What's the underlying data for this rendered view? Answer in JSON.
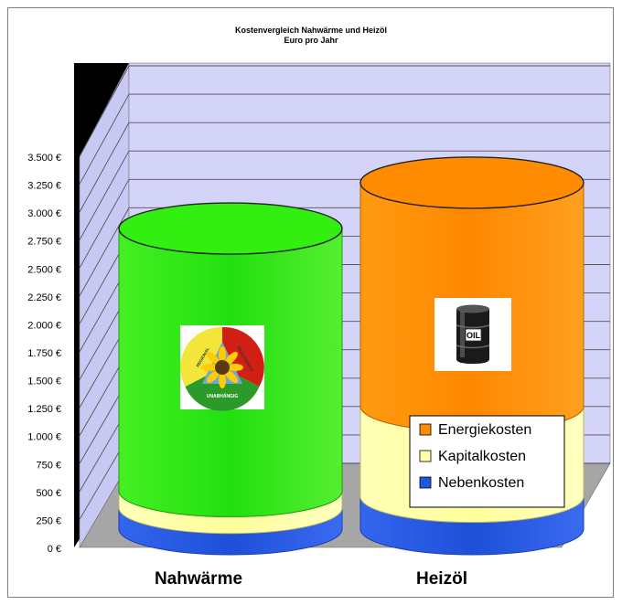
{
  "chart_data": {
    "type": "bar",
    "stacked": true,
    "title": "Kostenvergleich Nahwärme und Heizöl",
    "subtitle": "Euro pro Jahr",
    "categories": [
      "Nahwärme",
      "Heizöl"
    ],
    "series": [
      {
        "name": "Nebenkosten",
        "values": [
          190,
          290
        ],
        "color": "#2255e0"
      },
      {
        "name": "Kapitalkosten",
        "values": [
          150,
          810
        ],
        "color": "#ffffa8"
      },
      {
        "name": "Energiekosten",
        "values": [
          2350,
          2000
        ],
        "color": "#ff8c00"
      }
    ],
    "category_colors": {
      "Nahwärme": "#33ee11"
    },
    "yticks": [
      "0 €",
      "250 €",
      "500 €",
      "750 €",
      "1.000 €",
      "1.250 €",
      "1.500 €",
      "1.750 €",
      "2.000 €",
      "2.250 €",
      "2.500 €",
      "2.750 €",
      "3.000 €",
      "3.250 €",
      "3.500 €"
    ],
    "ylim": [
      0,
      3500
    ],
    "grid": true,
    "legend_position": "bottom-right",
    "icons": [
      {
        "name": "sunflower-logo",
        "labels": [
          "REGIONAL",
          "ÖKOLOGISCH",
          "UNABHÄNGIG"
        ]
      },
      {
        "name": "oil-barrel-icon",
        "label": "OIL"
      }
    ]
  }
}
